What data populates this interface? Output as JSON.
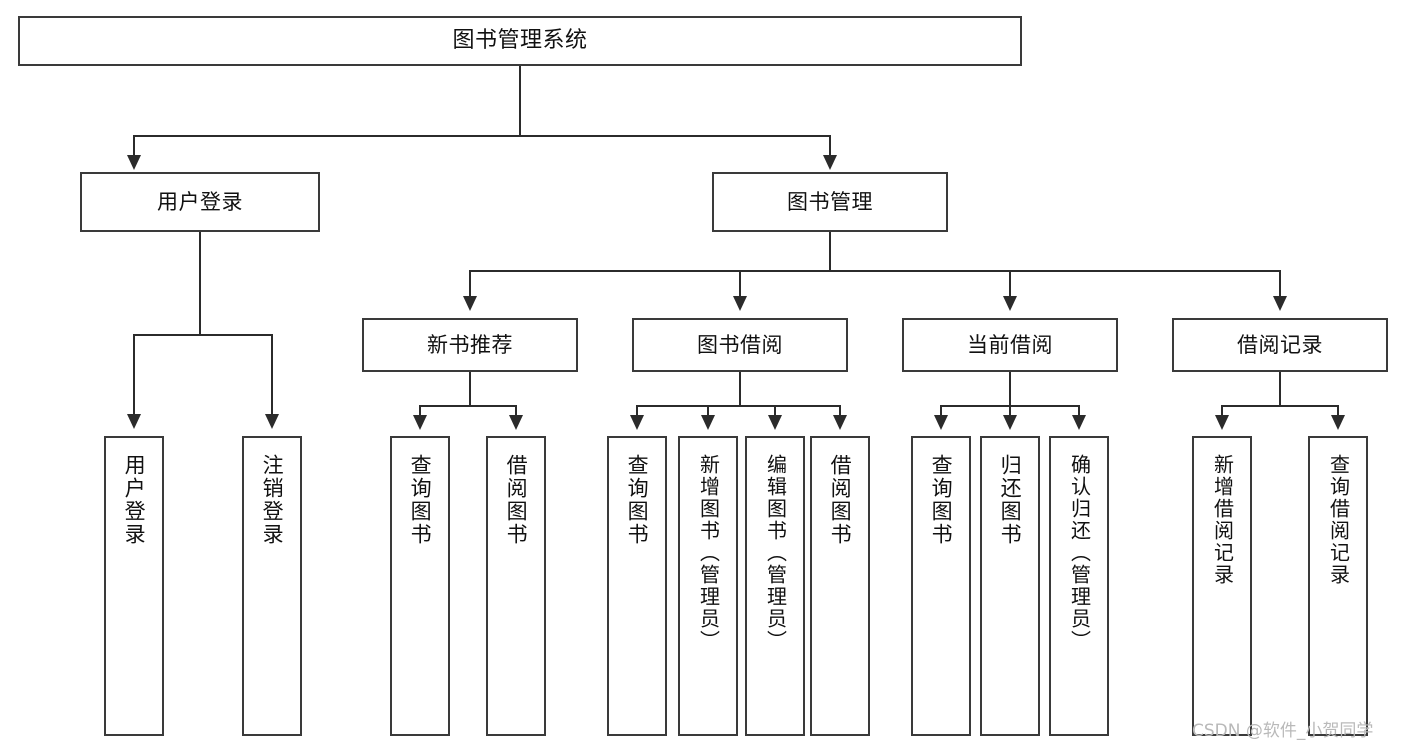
{
  "diagram": {
    "title": "图书管理系统",
    "type": "tree-hierarchy",
    "root": {
      "label": "图书管理系统"
    },
    "level1": [
      {
        "label": "用户登录"
      },
      {
        "label": "图书管理"
      }
    ],
    "level2": [
      {
        "label": "新书推荐"
      },
      {
        "label": "图书借阅"
      },
      {
        "label": "当前借阅"
      },
      {
        "label": "借阅记录"
      }
    ],
    "leaves": {
      "user_login": [
        {
          "label": "用户登录"
        },
        {
          "label": "注销登录"
        }
      ],
      "new_book_recommend": [
        {
          "label": "查询图书"
        },
        {
          "label": "借阅图书"
        }
      ],
      "book_borrow": [
        {
          "label": "查询图书"
        },
        {
          "label": "新增图书（管理员）"
        },
        {
          "label": "编辑图书（管理员）"
        },
        {
          "label": "借阅图书"
        }
      ],
      "current_borrow": [
        {
          "label": "查询图书"
        },
        {
          "label": "归还图书"
        },
        {
          "label": "确认归还（管理员）"
        }
      ],
      "borrow_record": [
        {
          "label": "新增借阅记录"
        },
        {
          "label": "查询借阅记录"
        }
      ]
    }
  },
  "watermark": {
    "text": "CSDN @软件_小贺同学"
  },
  "colors": {
    "box_border": "#3a3a3a",
    "connector": "#2b2b2b",
    "background": "#ffffff",
    "text": "#111111",
    "watermark": "#b9b9b9"
  }
}
